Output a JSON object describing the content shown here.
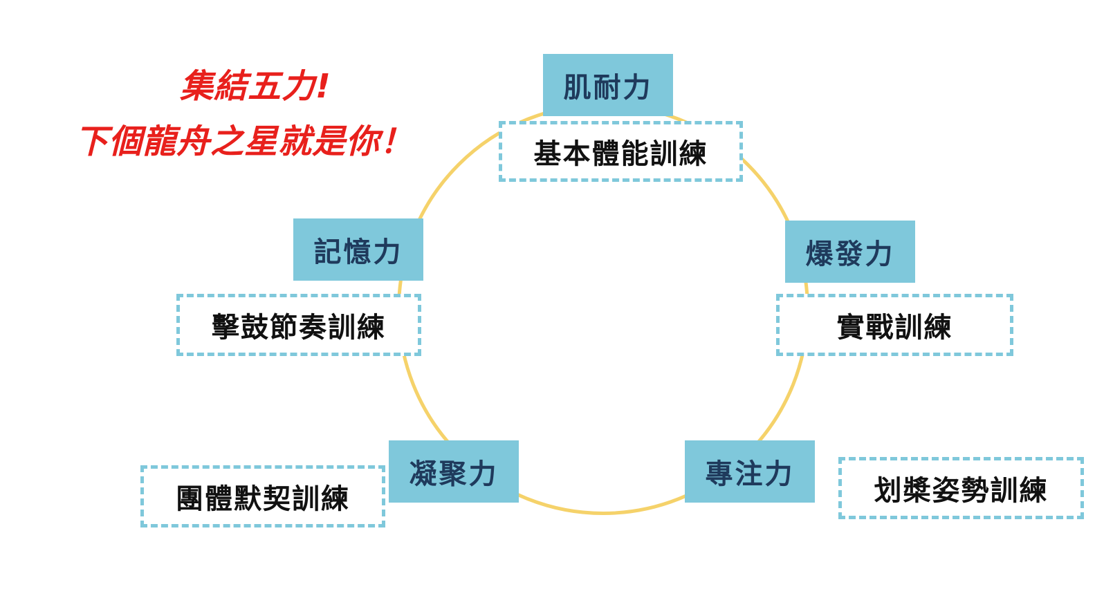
{
  "title": {
    "line1": "集結五力!",
    "line2": "下個龍舟之星就是你！"
  },
  "nodes": [
    {
      "force": "肌耐力",
      "training": "基本體能訓練"
    },
    {
      "force": "爆發力",
      "training": "實戰訓練"
    },
    {
      "force": "專注力",
      "training": "划槳姿勢訓練"
    },
    {
      "force": "凝聚力",
      "training": "團體默契訓練"
    },
    {
      "force": "記憶力",
      "training": "擊鼓節奏訓練"
    }
  ],
  "colors": {
    "title": "#e8201c",
    "force_box": "#7fc8db",
    "ring": "#f5d26a",
    "force_text": "#1f3a5c"
  }
}
